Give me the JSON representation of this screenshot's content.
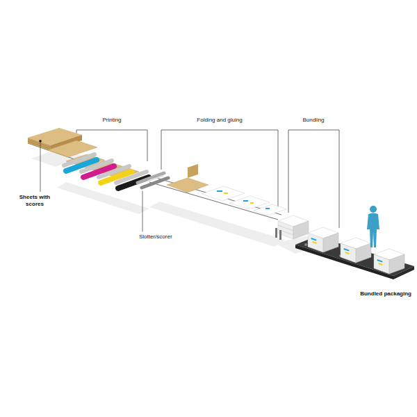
{
  "diagram": {
    "labels": [
      "Sheets with scores",
      "Printing",
      "Folding and gluing",
      "Bundling",
      "Slotter/scorer",
      "Bundled packaging"
    ]
  }
}
